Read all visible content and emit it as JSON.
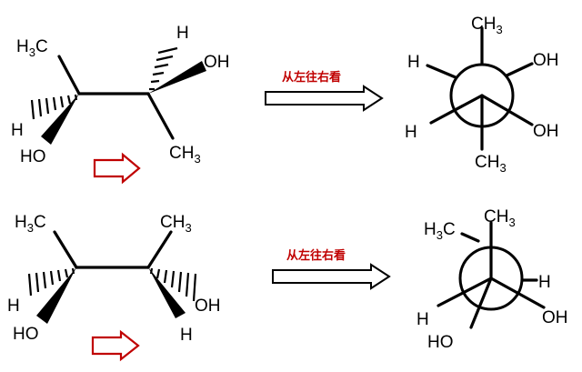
{
  "panels": [
    {
      "id": "top",
      "sawhorse": {
        "left_methyl": "H3C",
        "left_wedge_label": "HO",
        "left_hash_label": "H",
        "right_hash_label": "H",
        "right_oh": "OH",
        "right_methyl": "CH3"
      },
      "caption": "从左往右看",
      "newman": {
        "top": "CH3",
        "upper_left": "H",
        "lower_left": "H",
        "upper_right": "OH",
        "lower_right": "OH",
        "bottom": "CH3"
      }
    },
    {
      "id": "bottom",
      "sawhorse": {
        "left_methyl": "H3C",
        "left_hash_label": "H",
        "left_wedge_label": "HO",
        "right_methyl": "CH3",
        "right_hash_label": "OH",
        "right_wedge_label": "H"
      },
      "caption": "从左往右看",
      "newman": {
        "upper_left": "H3C",
        "top": "CH3",
        "right": "H",
        "lower_left": "H",
        "lower_right": "OH",
        "bottom": "HO"
      }
    }
  ],
  "colors": {
    "accent": "#c00000",
    "ink": "#000000"
  }
}
